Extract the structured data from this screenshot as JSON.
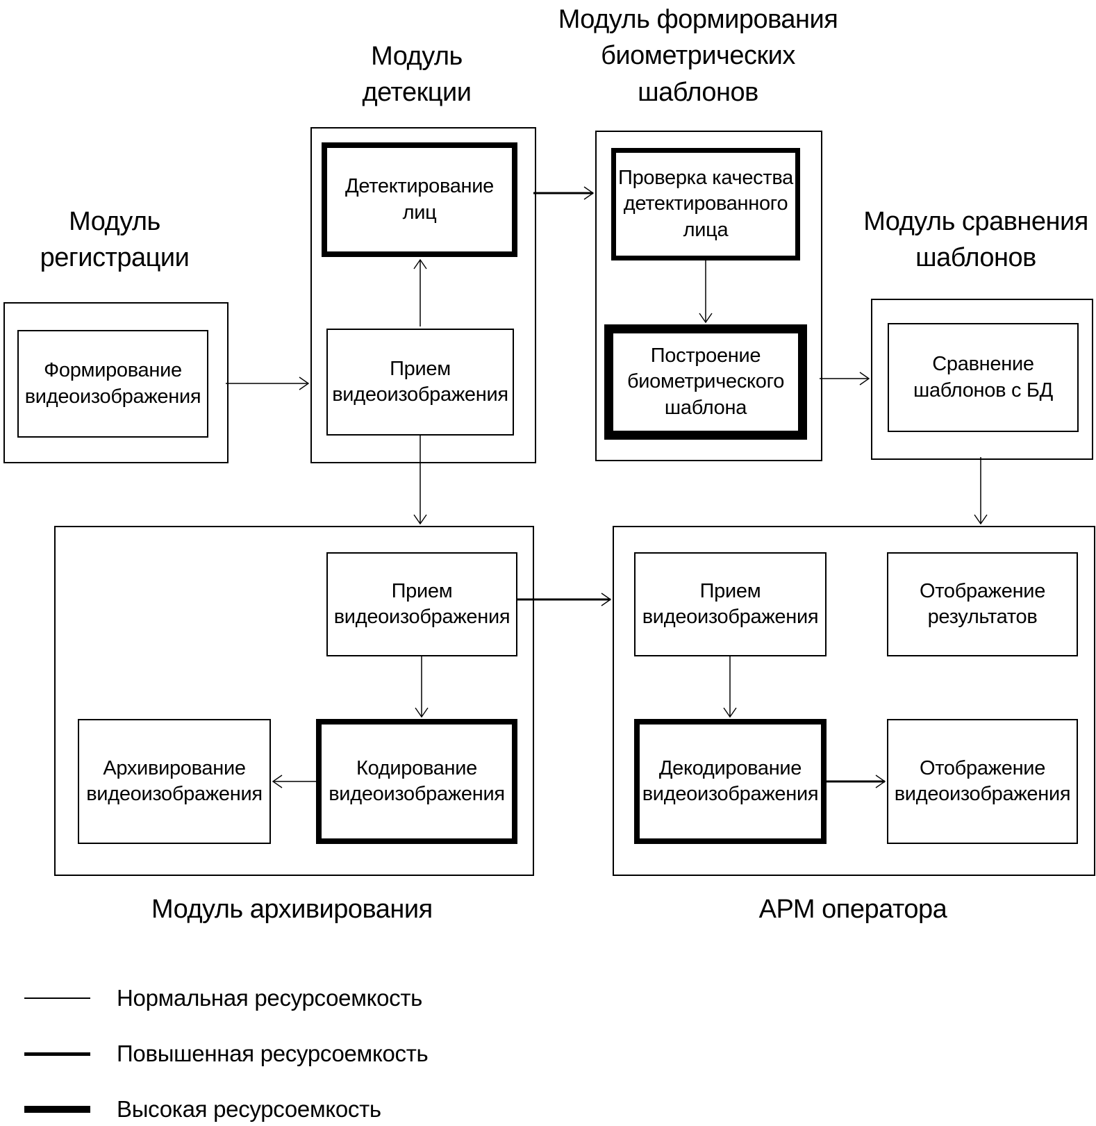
{
  "colors": {
    "ink": "#000000",
    "paper": "#ffffff"
  },
  "headers": {
    "detection": "Модуль\nдетекции",
    "formation": "Модуль формирования\nбиометрических\nшаблонов",
    "registration": "Модуль\nрегистрации",
    "comparison": "Модуль сравнения\nшаблонов"
  },
  "footers": {
    "archiving": "Модуль архивирования",
    "operator": "АРМ оператора"
  },
  "boxes": {
    "registration_form": "Формирование\nвидеоизображения",
    "detection_detect": "Детектирование лиц",
    "detection_receive": "Прием\nвидеоизображения",
    "formation_quality": "Проверка качества\nдетектированного\nлица",
    "formation_build": "Построение\nбиометрического\nшаблона",
    "comparison_match": "Сравнение\nшаблонов с БД",
    "archiving_receive": "Прием\nвидеоизображения",
    "archiving_encode": "Кодирование\nвидеоизображения",
    "archiving_store": "Архивирование\nвидеоизображения",
    "operator_receive": "Прием\nвидеоизображения",
    "operator_results": "Отображение\nрезультатов",
    "operator_decode": "Декодирование\nвидеоизображения",
    "operator_display": "Отображение\nвидеоизображения"
  },
  "legend": {
    "items": [
      {
        "label": "Нормальная ресурсоемкость",
        "line": "normal"
      },
      {
        "label": "Повышенная ресурсоемкость",
        "line": "raised"
      },
      {
        "label": "Высокая ресурсоемкость",
        "line": "high"
      }
    ]
  }
}
